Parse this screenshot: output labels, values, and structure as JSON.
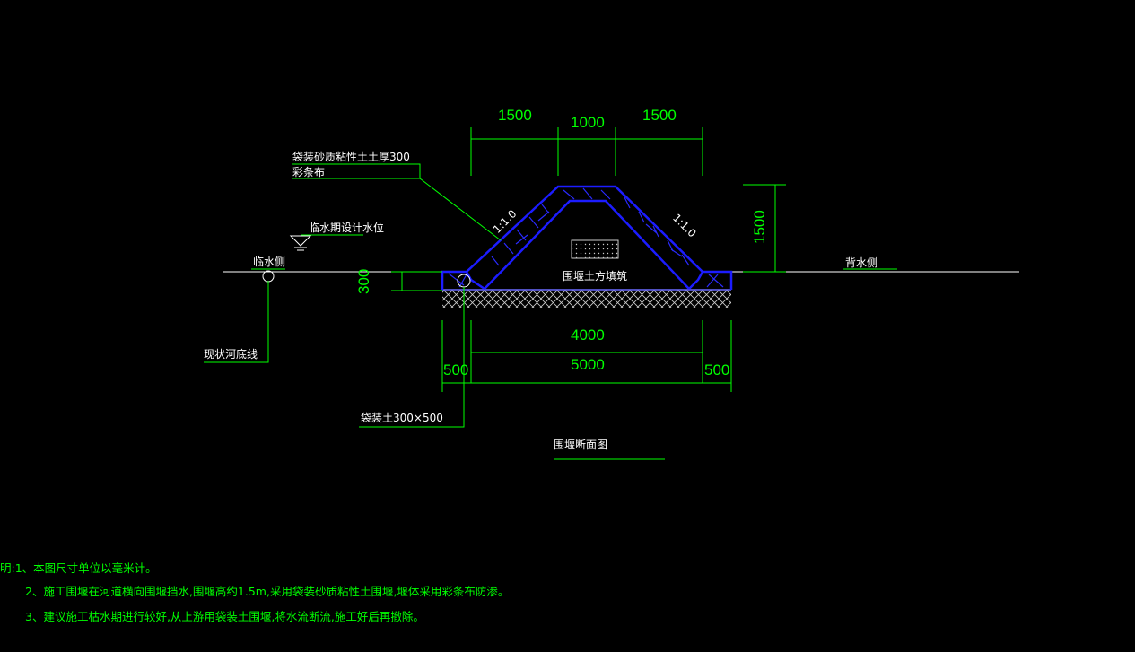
{
  "drawing": {
    "title": "围堰断面图",
    "labels": {
      "bag_layer": "袋装砂质粘性土土厚300",
      "geotextile": "彩条布",
      "flood_level": "临水期设计水位",
      "water_side": "临水侧",
      "back_side": "背水侧",
      "riverbed": "现状河底线",
      "fill": "围堰土方填筑",
      "bag_soil": "袋装土300×500",
      "slope_left": "1:1.0",
      "slope_right": "1:1.0"
    },
    "dimensions": {
      "top_left": "1500",
      "top_mid": "1000",
      "top_right": "1500",
      "height": "1500",
      "base_height": "300",
      "inner_width": "4000",
      "total_width": "5000",
      "left_berm": "500",
      "right_berm": "500"
    },
    "notes": [
      "明:1、本图尺寸单位以毫米计。",
      "2、施工围堰在河道横向围堰挡水,围堰高约1.5m,采用袋装砂质粘性土围堰,堰体采用彩条布防渗。",
      "3、建议施工枯水期进行较好,从上游用袋装土围堰,将水流断流,施工好后再撤除。"
    ]
  }
}
